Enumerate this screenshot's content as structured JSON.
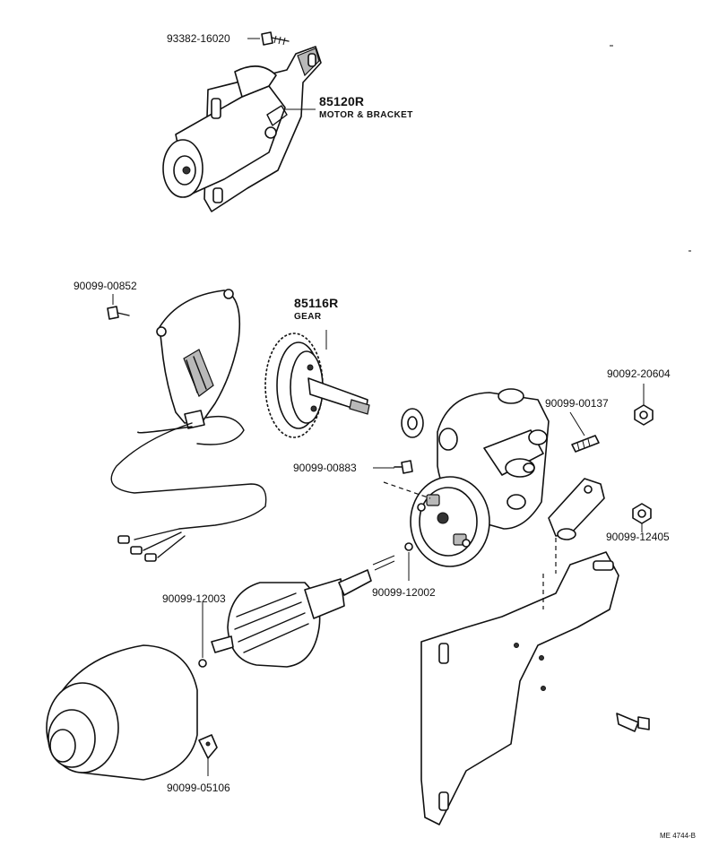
{
  "parts": {
    "bolt_top": "93382-16020",
    "motor_bracket_no": "85120R",
    "motor_bracket_name": "MOTOR & BRACKET",
    "screw_cover": "90099-00852",
    "gear_no": "85116R",
    "gear_name": "GEAR",
    "nut_top": "90092-20604",
    "stud": "90099-00137",
    "screw_brush": "90099-00883",
    "nut_right": "90099-12405",
    "ball_right": "90099-12002",
    "ball_left": "90099-12003",
    "clip": "90099-05106"
  },
  "figure_code": "ME 4744-B"
}
